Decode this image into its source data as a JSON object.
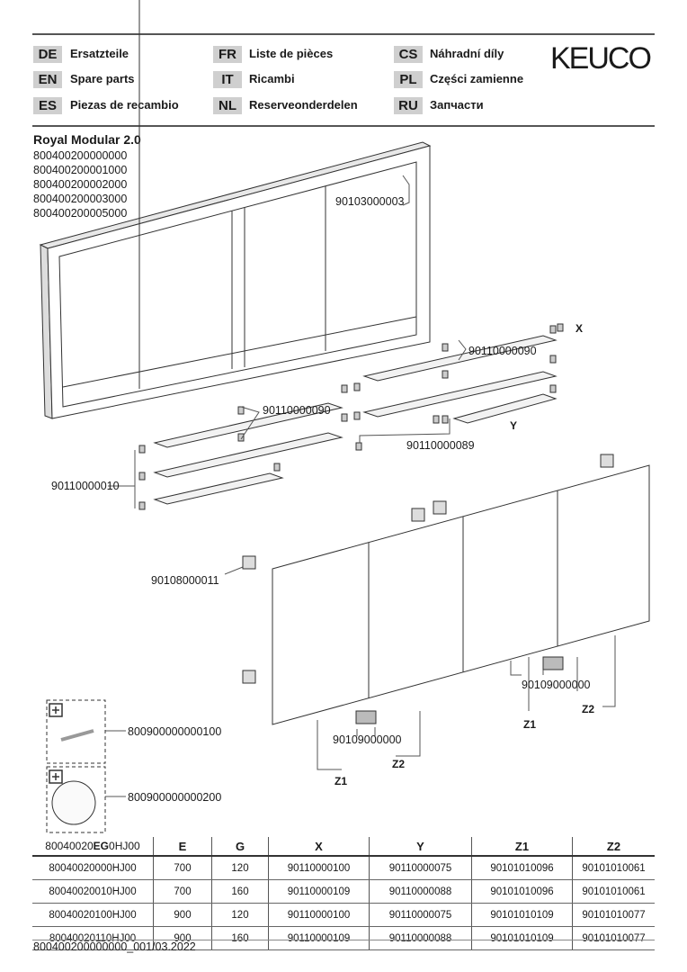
{
  "languages": [
    {
      "code": "DE",
      "label": "Ersatzteile"
    },
    {
      "code": "EN",
      "label": "Spare parts"
    },
    {
      "code": "ES",
      "label": "Piezas de recambio"
    },
    {
      "code": "FR",
      "label": "Liste de pièces"
    },
    {
      "code": "IT",
      "label": "Ricambi"
    },
    {
      "code": "NL",
      "label": "Reserveonderdelen"
    },
    {
      "code": "CS",
      "label": "Náhradní díly"
    },
    {
      "code": "PL",
      "label": "Części zamienne"
    },
    {
      "code": "RU",
      "label": "Запчасти"
    }
  ],
  "logo": "KEUCO",
  "product": {
    "title": "Royal Modular 2.0",
    "codes": [
      "800400200000000",
      "800400200001000",
      "800400200002000",
      "800400200003000",
      "800400200005000"
    ]
  },
  "callouts": {
    "frame_part": "90103000003",
    "x": "X",
    "shelf_clip_right": "90110000090",
    "shelf_clip_left": "90110000090",
    "clip_89": "90110000089",
    "y": "Y",
    "clip_10": "90110000010",
    "hinge": "90108000011",
    "handle_right": "90109000000",
    "z1_right": "Z1",
    "z2_right": "Z2",
    "handle_left": "90109000000",
    "z2_left": "Z2",
    "z1_left": "Z1",
    "accessory_1": "800900000000100",
    "accessory_2": "800900000000200"
  },
  "table": {
    "header_prefix": "80040020",
    "header_bold": "EG",
    "header_suffix": "0HJ00",
    "columns": [
      "E",
      "G",
      "X",
      "Y",
      "Z1",
      "Z2"
    ],
    "rows": [
      [
        "80040020000HJ00",
        "700",
        "120",
        "90110000100",
        "90110000075",
        "90101010096",
        "90101010061"
      ],
      [
        "80040020010HJ00",
        "700",
        "160",
        "90110000109",
        "90110000088",
        "90101010096",
        "90101010061"
      ],
      [
        "80040020100HJ00",
        "900",
        "120",
        "90110000100",
        "90110000075",
        "90101010109",
        "90101010077"
      ],
      [
        "80040020110HJ00",
        "900",
        "160",
        "90110000109",
        "90110000088",
        "90101010109",
        "90101010077"
      ]
    ]
  },
  "footer": "800400200000000_001/03.2022"
}
